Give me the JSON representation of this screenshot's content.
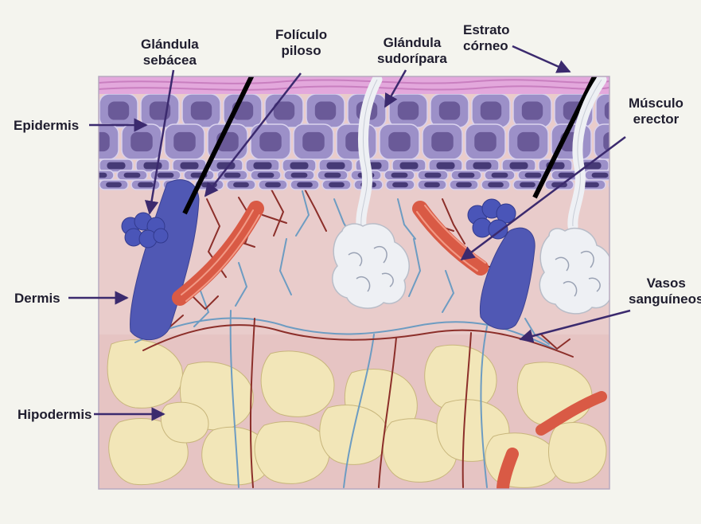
{
  "labels": {
    "glandula_sebacea": "Glándula\nsebácea",
    "foliculo_piloso": "Folículo\npiloso",
    "glandula_sudoripara": "Glándula\nsudorípara",
    "estrato_corneo": "Estrato\ncórneo",
    "musculo_erector": "Músculo\nerector",
    "epidermis": "Epidermis",
    "dermis": "Dermis",
    "vasos_sanguineos": "Vasos\nsanguíneos",
    "hipodermis": "Hipodermis"
  },
  "colors": {
    "background": "#f4f4ee",
    "dermis": "#e9cccb",
    "epidermis_cells": "#9c90c8",
    "nuclei": "#5a4a86",
    "stratum_corneum": "#e3a8dc",
    "fat": "#f2e6b8",
    "follicle": "#5058b4",
    "sweat_gland": "#eef0f4",
    "muscle": "#d95a45",
    "arteries": "#8c2f2a",
    "veins": "#6d9cc2",
    "arrows": "#3b2a6e"
  }
}
